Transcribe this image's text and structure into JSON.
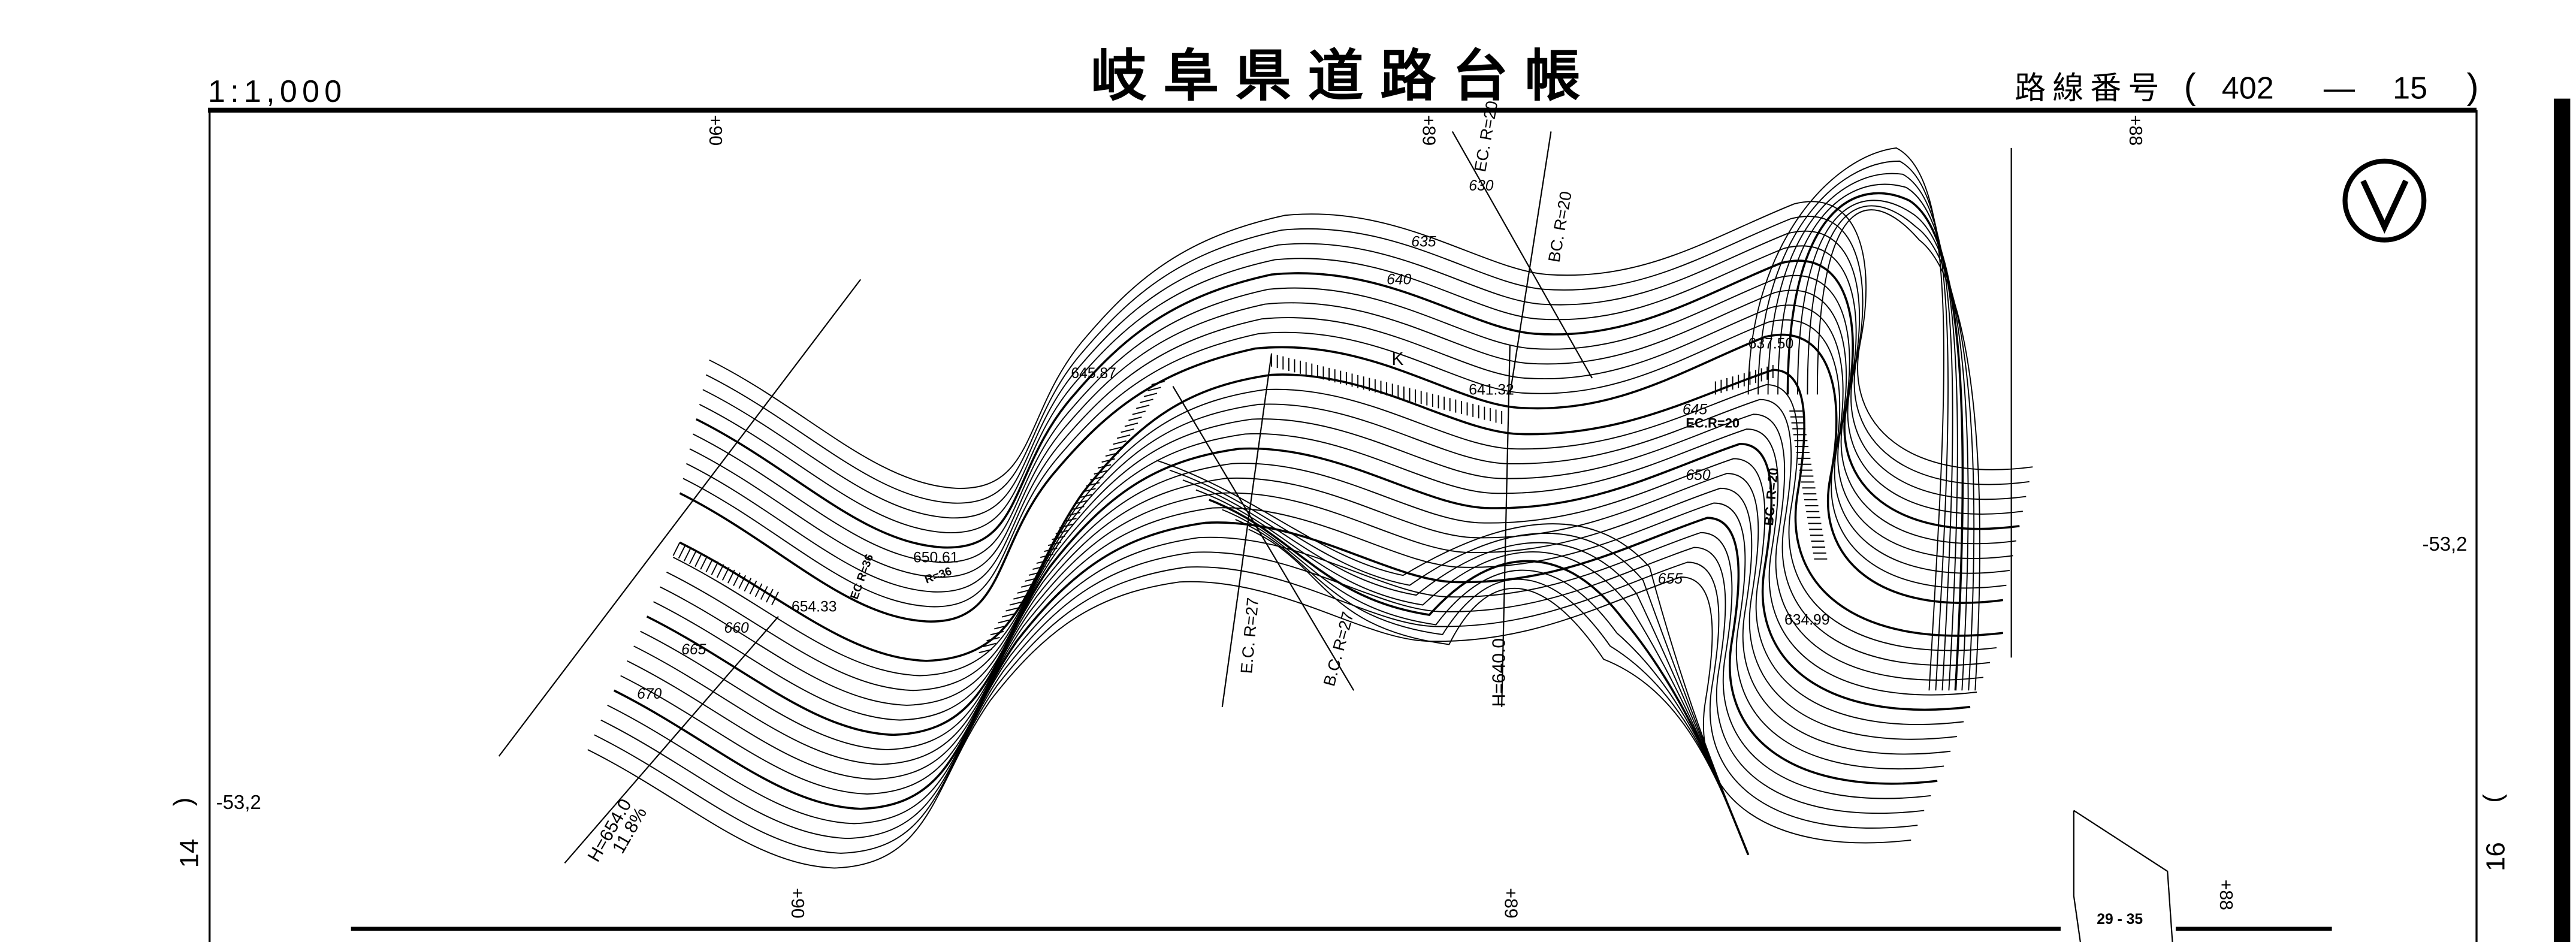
{
  "header": {
    "scale": "1:1,000",
    "title": "岐阜県道路台帳",
    "route_label": "路線番号",
    "route_open": "(",
    "route_major": "402",
    "route_dash": "—",
    "route_minor": "15",
    "route_close": ")"
  },
  "margins": {
    "left_sheet": "14",
    "right_sheet": "16",
    "left_ref": "-53,2",
    "right_ref": "-53,2",
    "paren_open": "(",
    "paren_close": ")"
  },
  "stations": {
    "top": [
      "+90",
      "+89",
      "+88"
    ],
    "bottom": [
      "+90",
      "+89",
      "+88"
    ]
  },
  "contour_labels": [
    "630",
    "635",
    "640",
    "645",
    "650",
    "655",
    "660",
    "665",
    "670"
  ],
  "elevations": [
    "645.87",
    "641.32",
    "637.50",
    "650.61",
    "654.33",
    "634.99",
    "645"
  ],
  "curves": {
    "ec_top": "EC. R=20",
    "bc_top": "BC. R=20",
    "ec_mid": "E.C. R=27",
    "bc_mid": "B.C. R=27",
    "ec_right": "EC.R=20",
    "bc_right": "BC. R=20",
    "ec_left": "EC R=36",
    "bc_left": "R=36"
  },
  "grades": {
    "h_mid": "H=640.0",
    "h_left": "H=654.0",
    "slope_left": "11.8%"
  },
  "marks": {
    "k": "K",
    "adjacent_sheet": "29 - 35",
    "north_symbol": "north-arrow"
  }
}
